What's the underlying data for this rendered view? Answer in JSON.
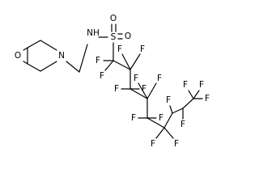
{
  "structure": {
    "atom_labels": {
      "o_ring": "O",
      "n_ring": "N",
      "nh": "NH",
      "s": "S",
      "o_top": "O",
      "o_right": "O",
      "f": "F"
    }
  }
}
